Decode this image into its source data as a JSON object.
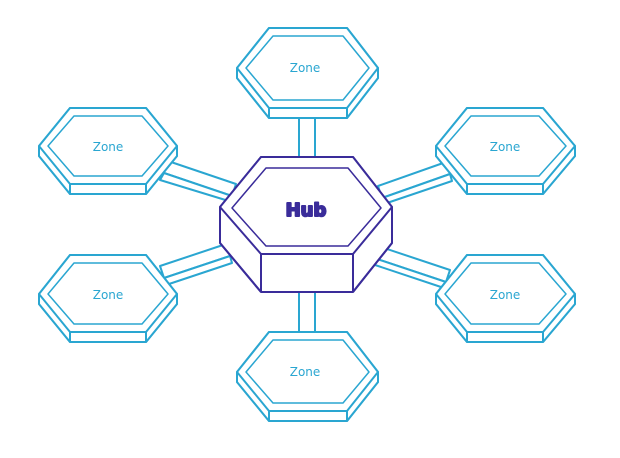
{
  "hub": {
    "label": "Hub",
    "stroke": "#3a2c9a"
  },
  "zones": [
    {
      "id": "top",
      "label": "Zone"
    },
    {
      "id": "upper-left",
      "label": "Zone"
    },
    {
      "id": "upper-right",
      "label": "Zone"
    },
    {
      "id": "lower-left",
      "label": "Zone"
    },
    {
      "id": "lower-right",
      "label": "Zone"
    },
    {
      "id": "bottom",
      "label": "Zone"
    }
  ],
  "colors": {
    "zone_stroke": "#2aa6d1",
    "hub_stroke": "#3a2c9a",
    "background": "#ffffff"
  }
}
